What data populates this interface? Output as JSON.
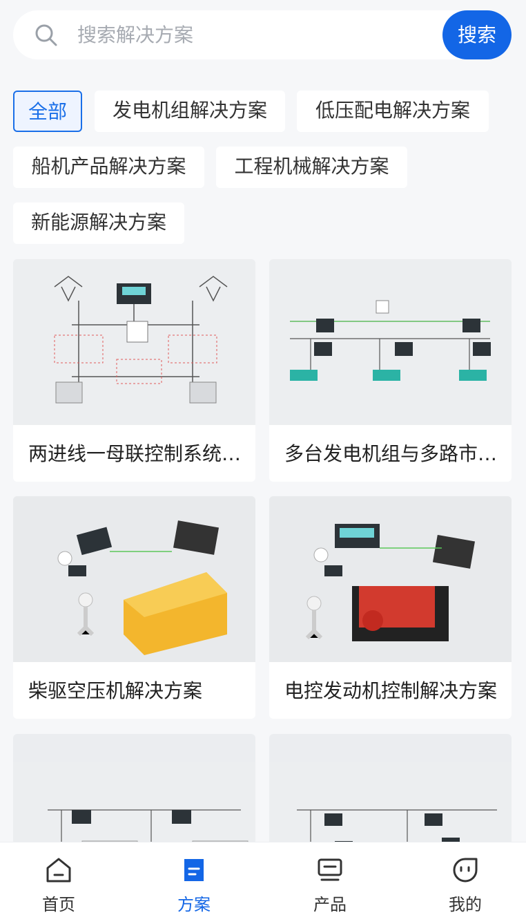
{
  "search": {
    "placeholder": "搜索解决方案",
    "button_label": "搜索"
  },
  "categories": [
    {
      "label": "全部",
      "active": true
    },
    {
      "label": "发电机组解决方案",
      "active": false
    },
    {
      "label": "低压配电解决方案",
      "active": false
    },
    {
      "label": "船机产品解决方案",
      "active": false
    },
    {
      "label": "工程机械解决方案",
      "active": false
    },
    {
      "label": "新能源解决方案",
      "active": false
    }
  ],
  "solutions": [
    {
      "title": "两进线一母联控制系统解决方案",
      "image": "diagram-dual-feeder"
    },
    {
      "title": "多台发电机组与多路市电并联解决方案",
      "image": "diagram-multi-genset"
    },
    {
      "title": "柴驱空压机解决方案",
      "image": "diesel-air-compressor"
    },
    {
      "title": "电控发动机控制解决方案",
      "image": "electronic-engine"
    },
    {
      "title": "",
      "image": "diagram-parallel-a"
    },
    {
      "title": "",
      "image": "diagram-parallel-b"
    }
  ],
  "tabbar": {
    "active_color": "#1366e6",
    "items": [
      {
        "label": "首页",
        "icon": "home-icon",
        "active": false
      },
      {
        "label": "方案",
        "icon": "solution-icon",
        "active": true
      },
      {
        "label": "产品",
        "icon": "product-icon",
        "active": false
      },
      {
        "label": "我的",
        "icon": "profile-icon",
        "active": false
      }
    ]
  }
}
